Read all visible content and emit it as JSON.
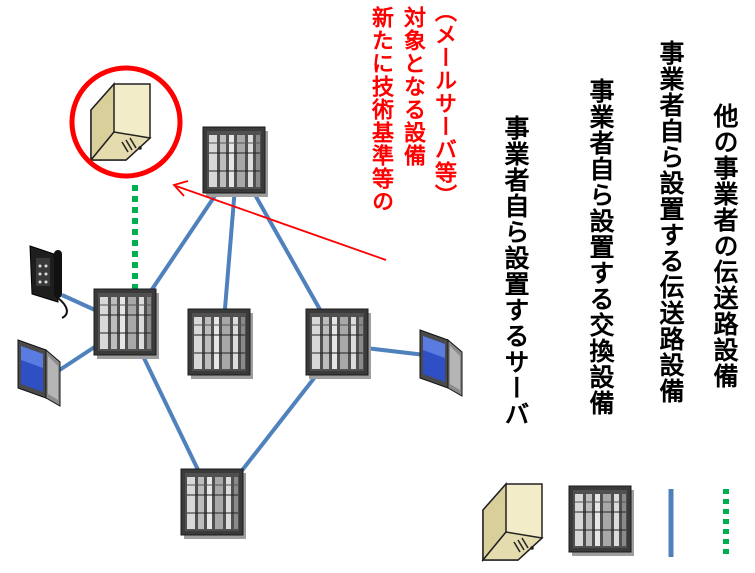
{
  "callout": {
    "lines": [
      "新たに技術基準等の",
      "対象となる設備",
      "（メールサーバ等）"
    ]
  },
  "legend": {
    "items": [
      {
        "label": "事業者自ら設置するサーバ",
        "symbol": "server-icon"
      },
      {
        "label": "事業者自ら設置する交換設備",
        "symbol": "switch-rack-icon"
      },
      {
        "label": "事業者自ら設置する伝送路設備",
        "symbol": "solid-blue-line"
      },
      {
        "label": "他の事業者の伝送路設備",
        "symbol": "dotted-green-line"
      }
    ]
  },
  "colors": {
    "link": "#4f81bd",
    "other_link": "#00b050",
    "highlight": "#ff0000",
    "server": "#f2ecc8",
    "rack": "#2b2b2b"
  }
}
